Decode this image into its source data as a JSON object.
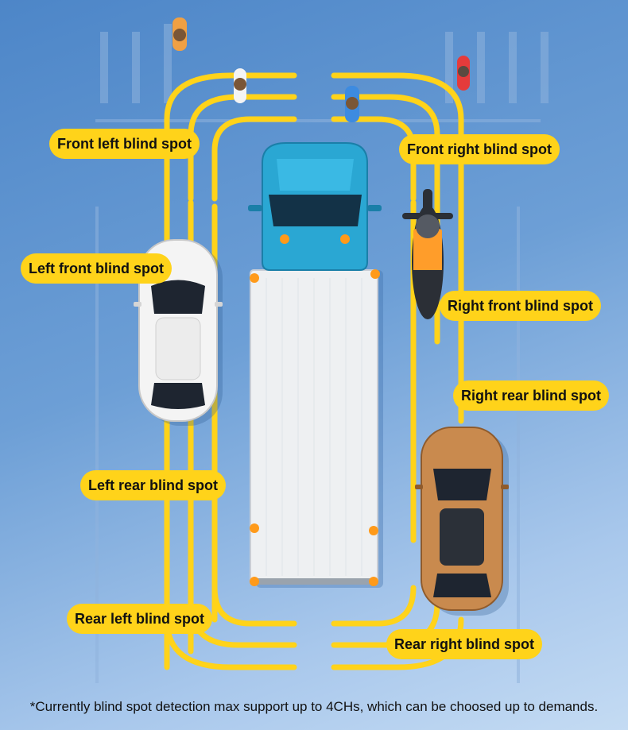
{
  "labels": {
    "front_left": "Front left blind spot",
    "front_right": "Front right blind spot",
    "left_front": "Left front blind spot",
    "right_front": "Right front blind spot",
    "right_rear": "Right rear blind spot",
    "left_rear": "Left rear blind spot",
    "rear_left": "Rear left blind spot",
    "rear_right": "Rear right blind spot"
  },
  "footnote": "*Currently blind spot detection max support up to 4CHs, which can be choosed up to demands.",
  "colors": {
    "zone_yellow": "#ffd31a",
    "truck_cab": "#2aa7d3",
    "truck_box": "#eef0f2",
    "sensor_orange": "#ff9a1a",
    "left_car": "#f4f4f4",
    "suv": "#c98a4e",
    "rider_jacket": "#ff9d2a"
  }
}
